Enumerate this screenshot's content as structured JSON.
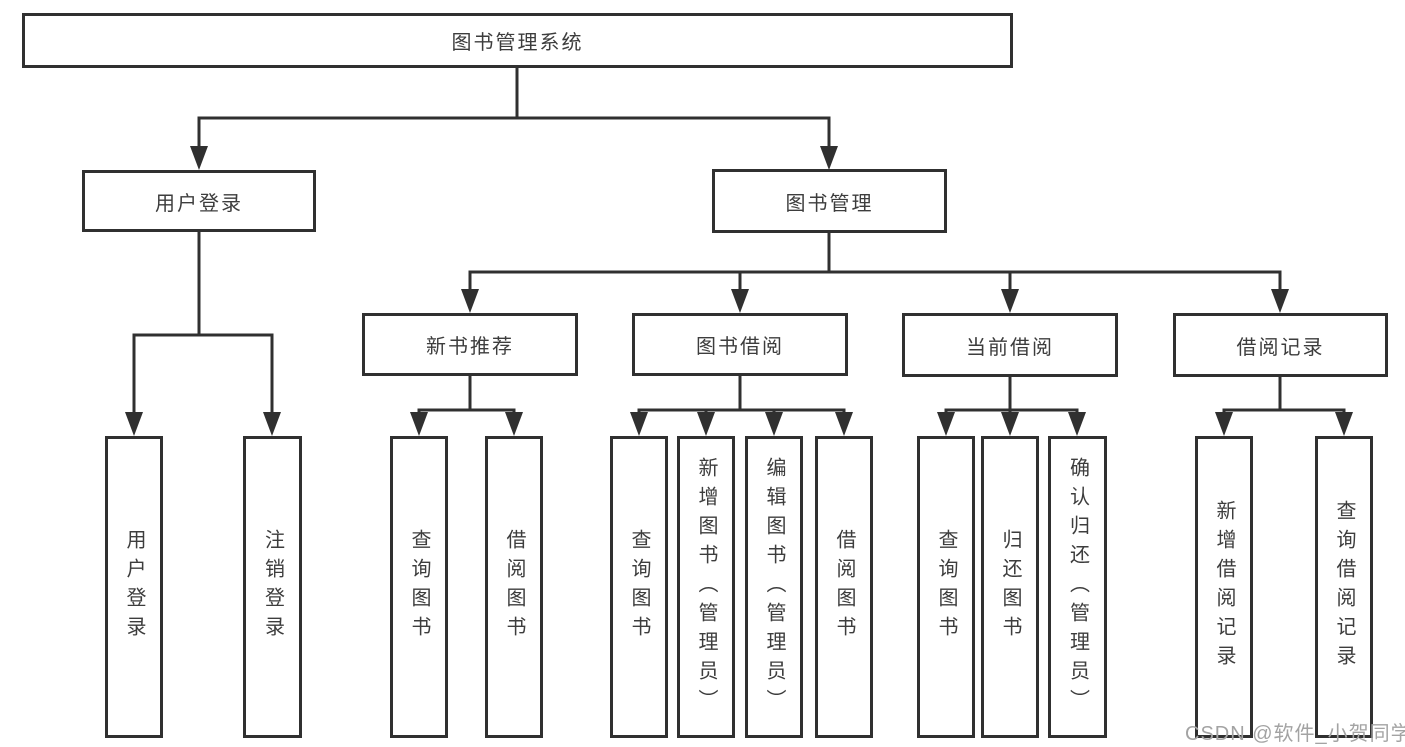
{
  "colors": {
    "line": "#303030",
    "text": "#3d3d3d",
    "watermark": "#a3a3a3"
  },
  "watermark": "CSDN @软件_小贺同学",
  "tree": {
    "label": "图书管理系统",
    "children": [
      {
        "label": "用户登录",
        "children": [
          {
            "label": "用户登录"
          },
          {
            "label": "注销登录"
          }
        ]
      },
      {
        "label": "图书管理",
        "children": [
          {
            "label": "新书推荐",
            "children": [
              {
                "label": "查询图书"
              },
              {
                "label": "借阅图书"
              }
            ]
          },
          {
            "label": "图书借阅",
            "children": [
              {
                "label": "查询图书"
              },
              {
                "label": "新增图书（管理员）"
              },
              {
                "label": "编辑图书（管理员）"
              },
              {
                "label": "借阅图书"
              }
            ]
          },
          {
            "label": "当前借阅",
            "children": [
              {
                "label": "查询图书"
              },
              {
                "label": "归还图书"
              },
              {
                "label": "确认归还（管理员）"
              }
            ]
          },
          {
            "label": "借阅记录",
            "children": [
              {
                "label": "新增借阅记录"
              },
              {
                "label": "查询借阅记录"
              }
            ]
          }
        ]
      }
    ]
  }
}
